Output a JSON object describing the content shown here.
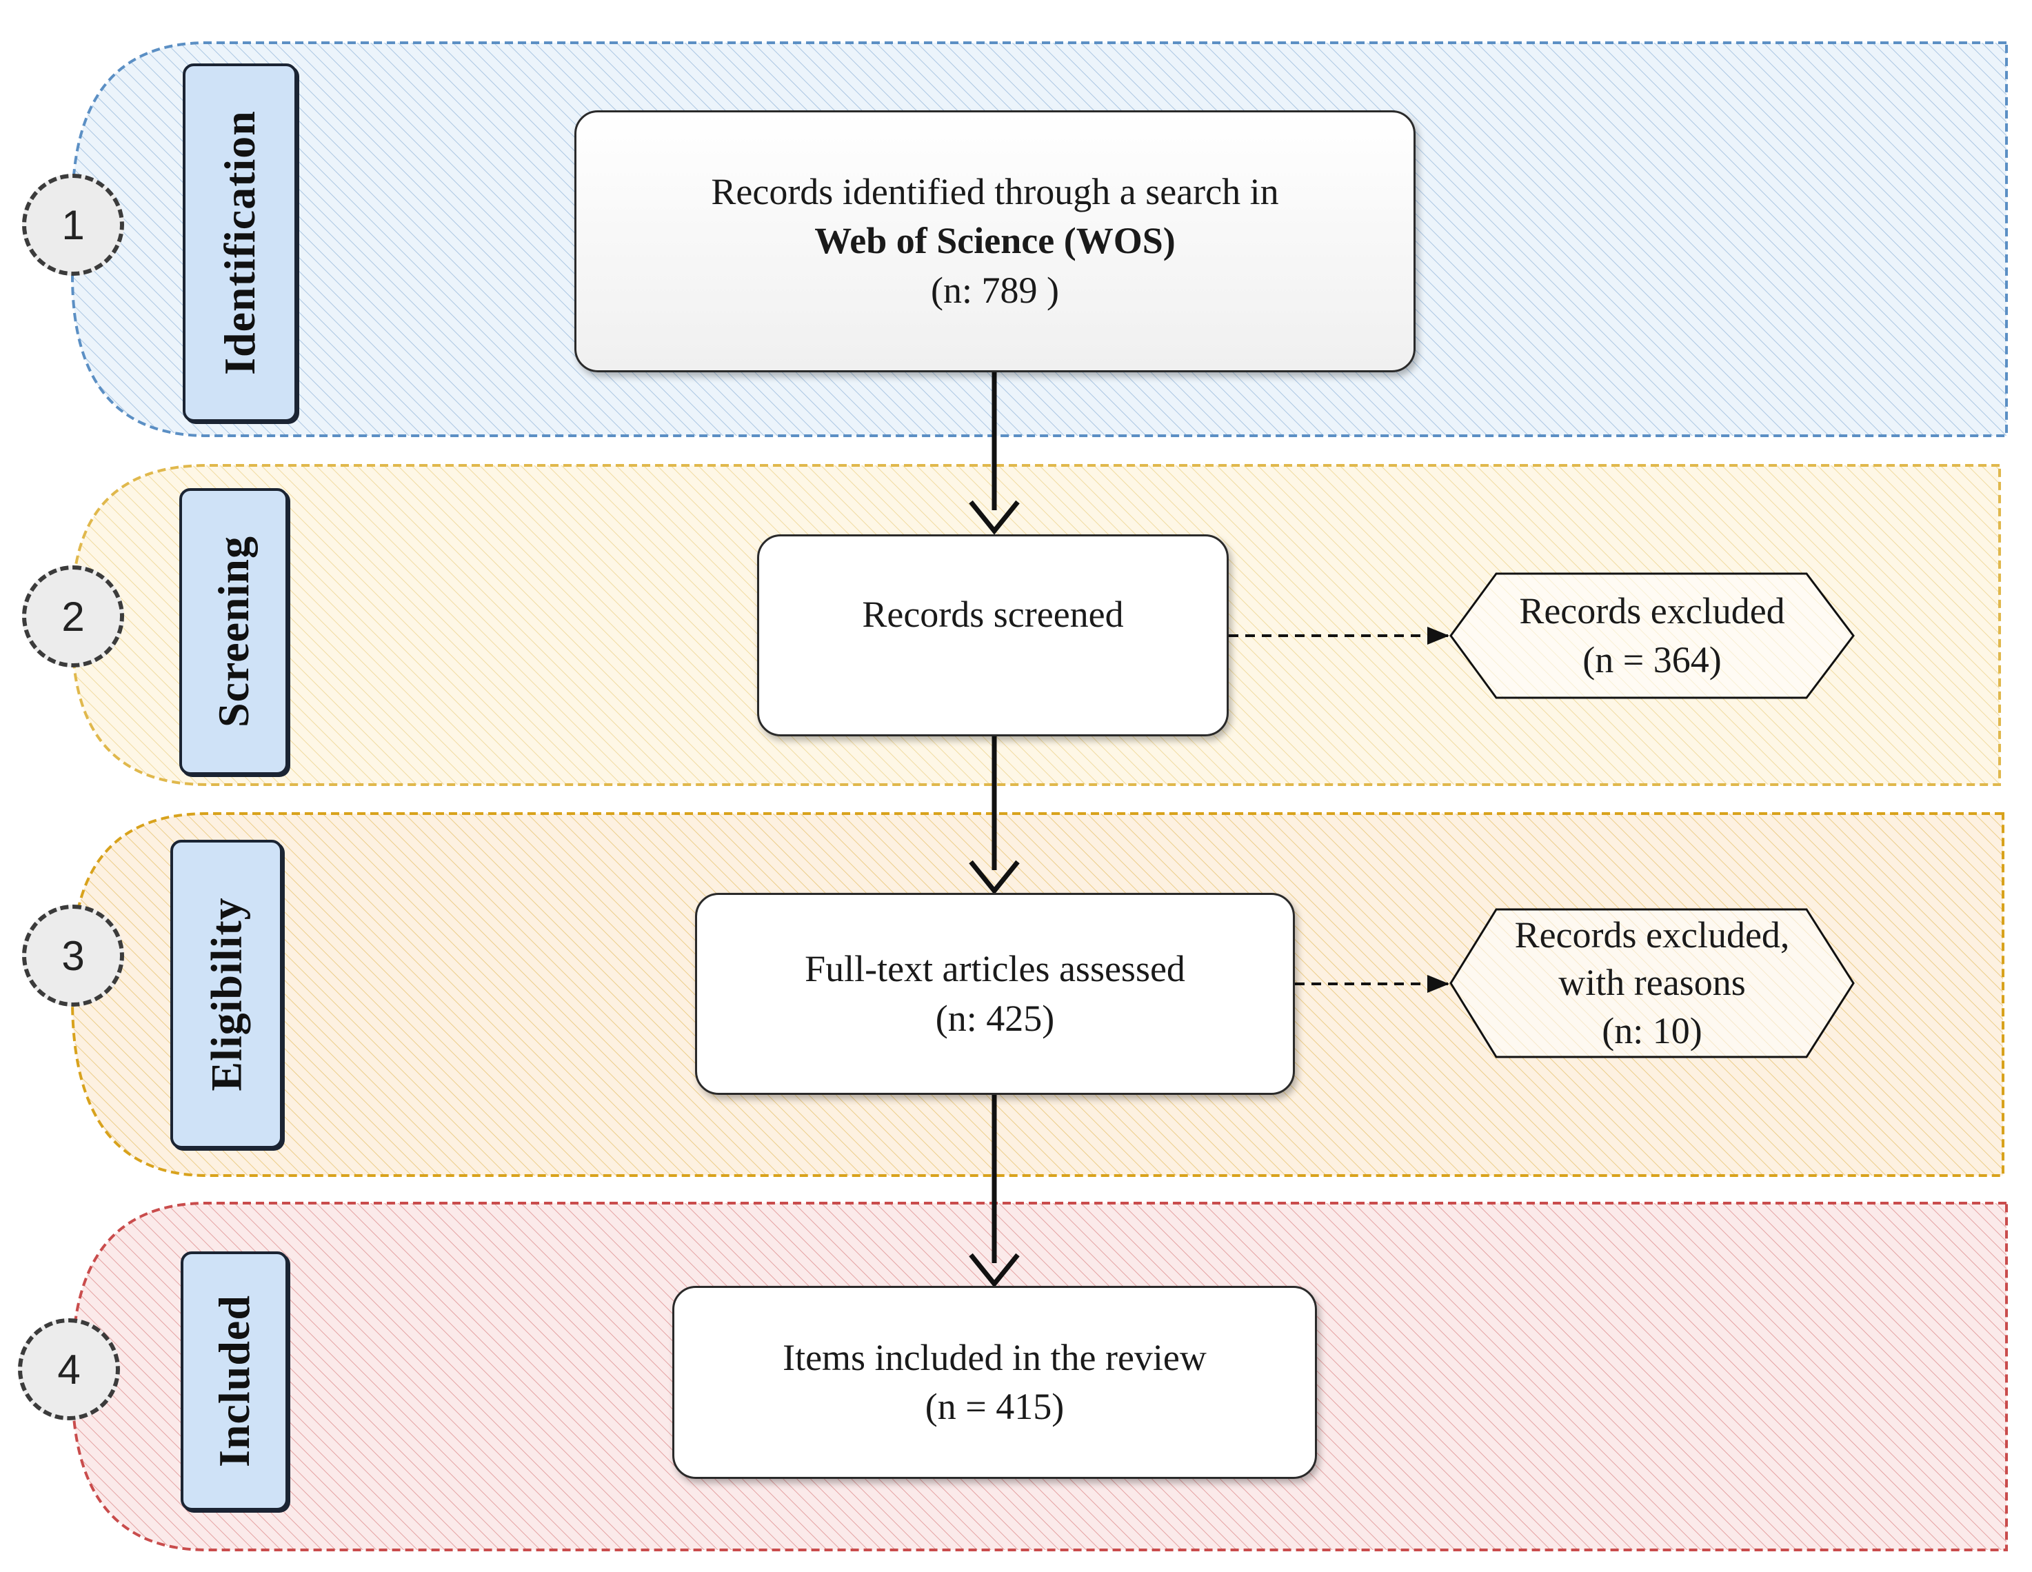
{
  "stages": [
    {
      "number": "1",
      "label": "Identification",
      "band_color": "#5b8fc4",
      "fill_color": "#dcebf8"
    },
    {
      "number": "2",
      "label": "Screening",
      "band_color": "#e0b84c",
      "fill_color": "#fdf1d2"
    },
    {
      "number": "3",
      "label": "Eligibility",
      "band_color": "#d8a21c",
      "fill_color": "#fbe6c8"
    },
    {
      "number": "4",
      "label": "Included",
      "band_color": "#c94c4c",
      "fill_color": "#f8d9d9"
    }
  ],
  "boxes": {
    "identified": {
      "line1": "Records identified through a search in",
      "line2": "Web of Science (WOS)",
      "line3": "(n: 789 )"
    },
    "screened": {
      "line1": "Records screened"
    },
    "assessed": {
      "line1": "Full-text articles assessed",
      "line2": "(n: 425)"
    },
    "included": {
      "line1": "Items  included in the review",
      "line2": "(n = 415)"
    }
  },
  "exclusions": {
    "screening": {
      "line1": "Records excluded",
      "line2": "(n = 364)"
    },
    "eligibility": {
      "line1": "Records excluded,",
      "line2": "with reasons",
      "line3": "(n: 10)"
    }
  },
  "colors": {
    "label_fill": "#cfe2f7",
    "arrow": "#111111"
  }
}
